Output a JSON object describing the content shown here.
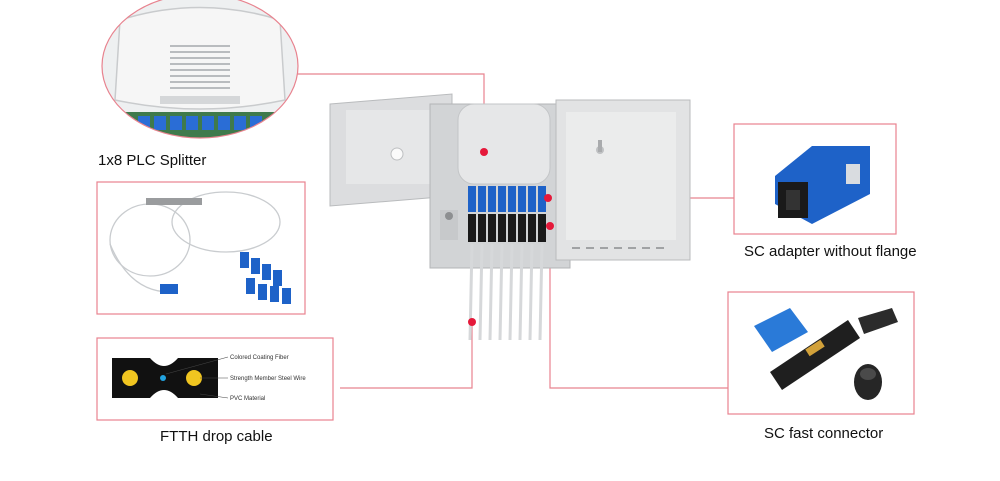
{
  "callouts": {
    "splitter": "1x8 PLC Splitter",
    "adapter": "SC adapter without flange",
    "fast_connector": "SC fast connector",
    "drop_cable": "FTTH drop cable"
  },
  "cable_section": {
    "colored_fiber": "Colored Coating Fiber",
    "steel_wire": "Strength Member Steel Wire",
    "pvc": "PVC Material"
  },
  "colors": {
    "accent_line": "#e8838f",
    "marker": "#e5193a",
    "connector_blue": "#1e62c8",
    "box_grey": "#dedfe0"
  }
}
